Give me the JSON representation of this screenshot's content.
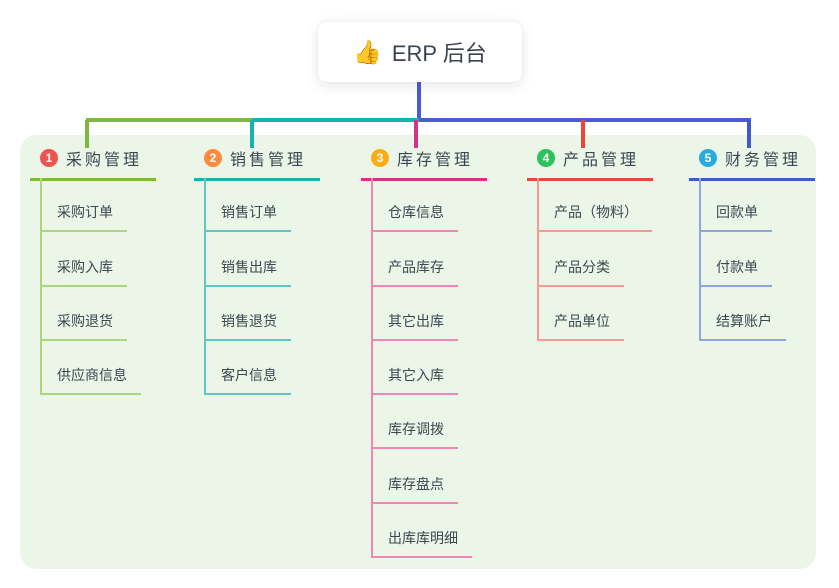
{
  "root": {
    "icon": "👍",
    "label": "ERP 后台"
  },
  "branches": [
    {
      "num": "1",
      "title": "采购管理",
      "badge_color": "#EE5350",
      "line_color": "#7CB93E",
      "child_line_color": "#A9D77E",
      "children": [
        "采购订单",
        "采购入库",
        "采购退货",
        "供应商信息"
      ]
    },
    {
      "num": "2",
      "title": "销售管理",
      "badge_color": "#FD8A3E",
      "line_color": "#17B3AD",
      "child_line_color": "#5FC8C4",
      "children": [
        "销售订单",
        "销售出库",
        "销售退货",
        "客户信息"
      ]
    },
    {
      "num": "3",
      "title": "库存管理",
      "badge_color": "#FBAD18",
      "line_color": "#D63384",
      "child_line_color": "#F287B7",
      "children": [
        "仓库信息",
        "产品库存",
        "其它出库",
        "其它入库",
        "库存调拨",
        "库存盘点",
        "出库库明细"
      ]
    },
    {
      "num": "4",
      "title": "产品管理",
      "badge_color": "#2EC05C",
      "line_color": "#EF4438",
      "child_line_color": "#F79B92",
      "children": [
        "产品（物料）",
        "产品分类",
        "产品单位"
      ]
    },
    {
      "num": "5",
      "title": "财务管理",
      "badge_color": "#29ABE2",
      "line_color": "#3F5BC8",
      "child_line_color": "#8FA6DC",
      "children": [
        "回款单",
        "付款单",
        "结算账户"
      ]
    }
  ],
  "colors": {
    "canvas_bg": "#FFFFFF",
    "panel_bg": "#EBF6E8",
    "trunk": "#4A5CD4",
    "text": "#3E4651",
    "card_bg": "#FFFFFF"
  }
}
